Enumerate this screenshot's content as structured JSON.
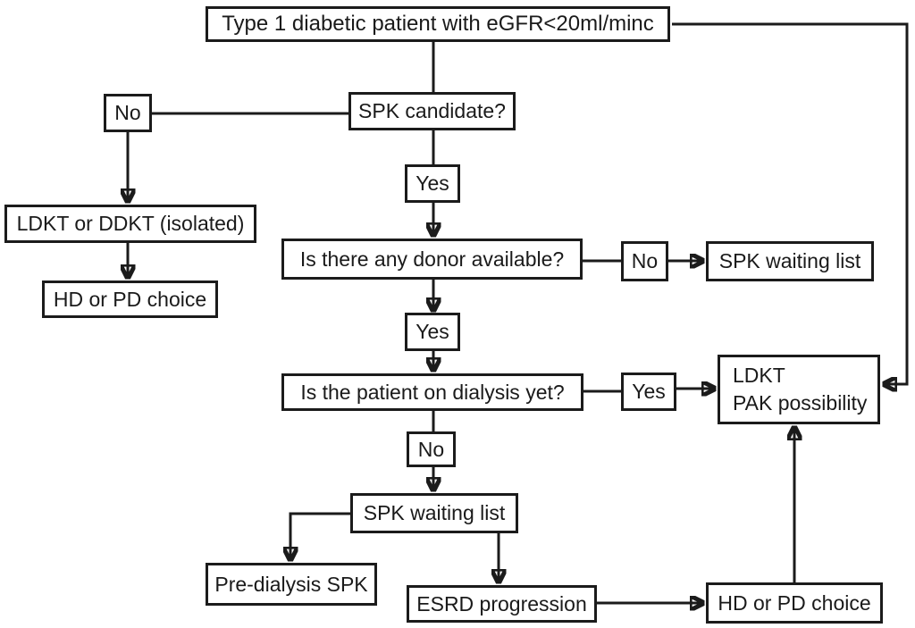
{
  "diagram": {
    "background": "#ffffff",
    "line_color": "#1b1b1b",
    "text_color": "#1a1a1a",
    "nodes": {
      "start": {
        "label": "Type 1 diabetic patient with eGFR<20ml/minc"
      },
      "no_spk": {
        "label": "No"
      },
      "spk_candidate": {
        "label": "SPK candidate?"
      },
      "ldkt_ddkt": {
        "label": "LDKT or DDKT (isolated)"
      },
      "hd_pd_left": {
        "label": "HD or PD choice"
      },
      "yes_spk": {
        "label": "Yes"
      },
      "donor_available": {
        "label": "Is there any donor available?"
      },
      "no_donor": {
        "label": "No"
      },
      "spk_waiting_list_right": {
        "label": "SPK waiting list"
      },
      "yes_donor": {
        "label": "Yes"
      },
      "on_dialysis": {
        "label": "Is the patient on dialysis yet?"
      },
      "yes_dialysis": {
        "label": "Yes"
      },
      "ldkt_pak": {
        "line1": "LDKT",
        "line2": "PAK possibility"
      },
      "no_dialysis": {
        "label": "No"
      },
      "spk_waiting_list_mid": {
        "label": "SPK waiting list"
      },
      "pre_dialysis_spk": {
        "label": "Pre-dialysis SPK"
      },
      "esrd_progression": {
        "label": "ESRD progression"
      },
      "hd_pd_right": {
        "label": "HD or PD choice"
      }
    },
    "edges": [
      {
        "from": "start",
        "to": "spk_candidate",
        "arrow": false
      },
      {
        "from": "start",
        "to": "ldkt_pak",
        "arrow": true
      },
      {
        "from": "spk_candidate",
        "to": "no_spk",
        "arrow": false
      },
      {
        "from": "no_spk",
        "to": "ldkt_ddkt",
        "arrow": true
      },
      {
        "from": "ldkt_ddkt",
        "to": "hd_pd_left",
        "arrow": true
      },
      {
        "from": "spk_candidate",
        "to": "yes_spk",
        "arrow": false
      },
      {
        "from": "yes_spk",
        "to": "donor_available",
        "arrow": true
      },
      {
        "from": "donor_available",
        "to": "no_donor",
        "arrow": false
      },
      {
        "from": "no_donor",
        "to": "spk_waiting_list_right",
        "arrow": true
      },
      {
        "from": "donor_available",
        "to": "yes_donor",
        "arrow": true
      },
      {
        "from": "yes_donor",
        "to": "on_dialysis",
        "arrow": true
      },
      {
        "from": "on_dialysis",
        "to": "yes_dialysis",
        "arrow": false
      },
      {
        "from": "yes_dialysis",
        "to": "ldkt_pak",
        "arrow": true
      },
      {
        "from": "on_dialysis",
        "to": "no_dialysis",
        "arrow": false
      },
      {
        "from": "no_dialysis",
        "to": "spk_waiting_list_mid",
        "arrow": true
      },
      {
        "from": "spk_waiting_list_mid",
        "to": "pre_dialysis_spk",
        "arrow": true
      },
      {
        "from": "spk_waiting_list_mid",
        "to": "esrd_progression",
        "arrow": true
      },
      {
        "from": "esrd_progression",
        "to": "hd_pd_right",
        "arrow": true
      },
      {
        "from": "hd_pd_right",
        "to": "ldkt_pak",
        "arrow": true
      }
    ]
  }
}
